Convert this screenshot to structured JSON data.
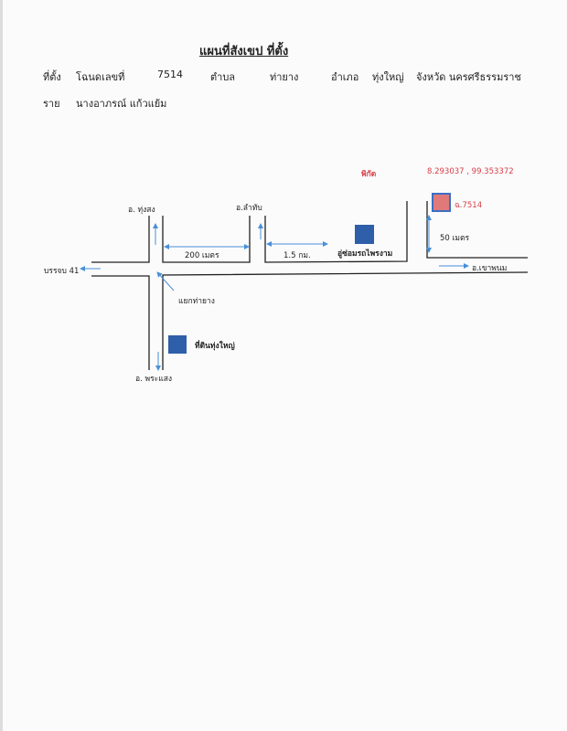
{
  "header": {
    "title": "แผนที่สังเขป  ที่ตั้ง",
    "location_label": "ที่ตั้ง",
    "deed_label": "โฉนดเลขที่",
    "deed_number": "7514",
    "subdistrict_label": "ตำบล",
    "subdistrict": "ท่ายาง",
    "district_label": "อำเภอ",
    "district": "ทุ่งใหญ่",
    "province": "จังหวัด นครศรีธรรมราช",
    "owner_label": "ราย",
    "owner": "นางอาภรณ์ แก้วแย้ม"
  },
  "map": {
    "coord_label": "พิกัด",
    "coords": "8.293037 , 99.353372",
    "labels": {
      "thung_song": "อ. ทุ่งสง",
      "lam_thap": "อ.ลำทับ",
      "dist_200": "200  เมตร",
      "dist_15": "1.5 กม.",
      "garage": "อู่ซ่อมรถไพรงาม",
      "deed_marker": "ฉ.7514",
      "dist_50": "50 เมตร",
      "junction41": "บรรจบ 41",
      "khao_phanom": "อ.เขาพนม",
      "tha_yang_junction": "แยกท่ายาง",
      "thung_yai_land": "ที่ดินทุ่งใหญ่",
      "phra_saeng": "อ. พระแสง"
    },
    "colors": {
      "road": "#222222",
      "arrow": "#4a8fd8",
      "landmark": "#2f5fa8",
      "target": "#e07a7a",
      "target_border": "#3b6fc4",
      "red_text": "#d9404a"
    }
  }
}
